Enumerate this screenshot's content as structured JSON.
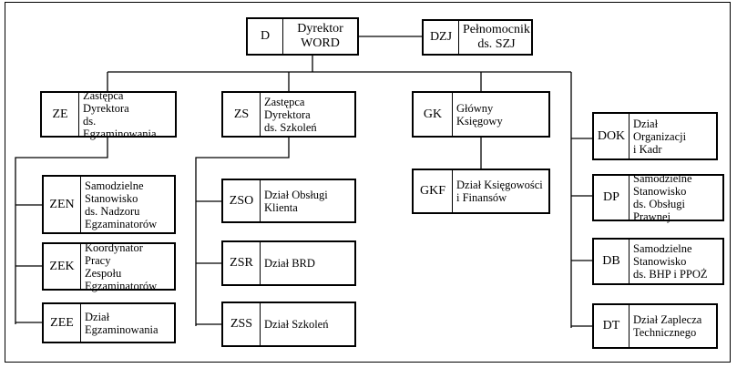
{
  "org": {
    "director": {
      "code": "D",
      "name": "Dyrektor\nWORD"
    },
    "plenipotent": {
      "code": "DZJ",
      "name": "Pełnomocnik\nds. SZJ"
    },
    "ze": {
      "code": "ZE",
      "name": "Zastępca Dyrektora\nds. Egzaminowania"
    },
    "zs": {
      "code": "ZS",
      "name": "Zastępca Dyrektora\nds. Szkoleń"
    },
    "gk": {
      "code": "GK",
      "name": "Główny\nKsięgowy"
    },
    "gkf": {
      "code": "GKF",
      "name": "Dział Księgowości\ni Finansów"
    },
    "zen": {
      "code": "ZEN",
      "name": "Samodzielne\nStanowisko\nds. Nadzoru\nEgzaminatorów"
    },
    "zek": {
      "code": "ZEK",
      "name": "Koordynator Pracy\nZespołu\nEgzaminatorów"
    },
    "zee": {
      "code": "ZEE",
      "name": "Dział\nEgzaminowania"
    },
    "zso": {
      "code": "ZSO",
      "name": "Dział Obsługi\nKlienta"
    },
    "zsr": {
      "code": "ZSR",
      "name": "Dział BRD"
    },
    "zss": {
      "code": "ZSS",
      "name": "Dział Szkoleń"
    },
    "dok": {
      "code": "DOK",
      "name": "Dział Organizacji\ni Kadr"
    },
    "dp": {
      "code": "DP",
      "name": "Samodzielne\nStanowisko\nds. Obsługi Prawnej"
    },
    "db": {
      "code": "DB",
      "name": "Samodzielne\nStanowisko\nds. BHP i PPOŻ"
    },
    "dt": {
      "code": "DT",
      "name": "Dział Zaplecza\nTechnicznego"
    }
  }
}
